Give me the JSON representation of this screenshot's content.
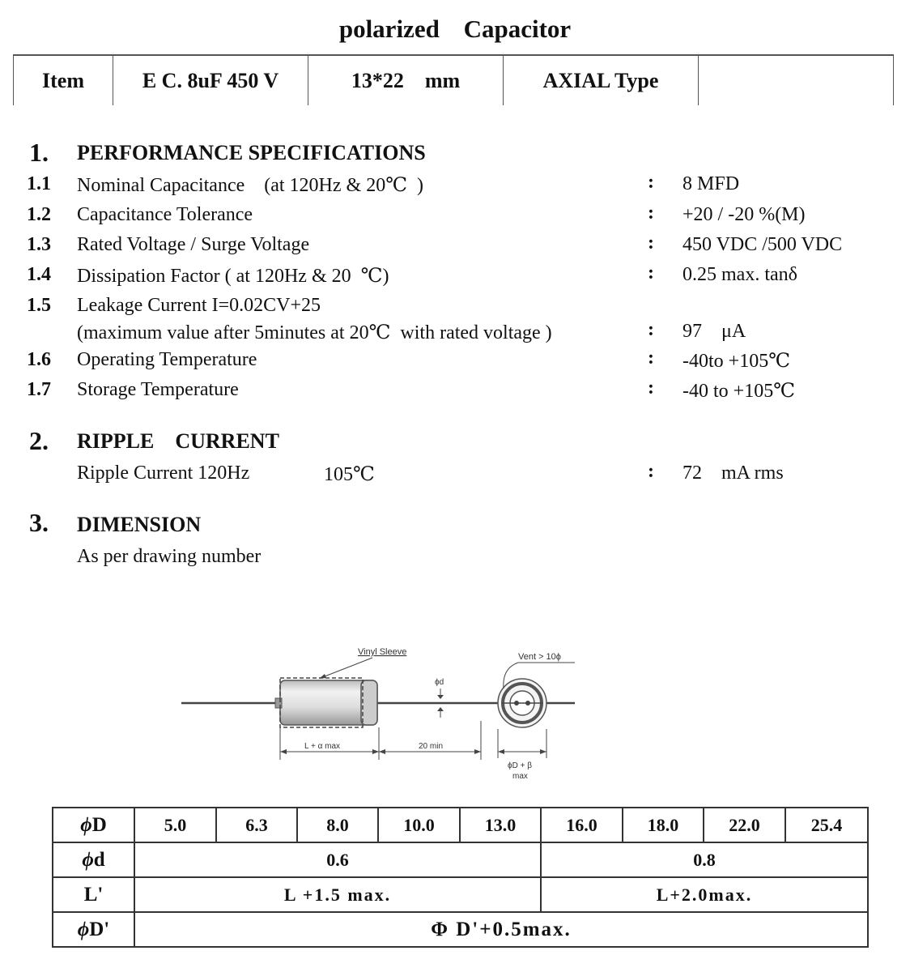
{
  "title": "polarized Capacitor",
  "item_table": [
    "Item",
    "E C. 8uF 450 V",
    "13*22    mm",
    "AXIAL Type",
    ""
  ],
  "sections": {
    "s1": {
      "num": "1.",
      "title": "PERFORMANCE SPECIFICATIONS"
    },
    "s2": {
      "num": "2.",
      "title": "RIPPLE    CURRENT"
    },
    "s3": {
      "num": "3.",
      "title": "DIMENSION"
    }
  },
  "specs": [
    {
      "num": "1.1",
      "label": "Nominal Capacitance    (at 120Hz & 20℃  )",
      "value": "8 MFD"
    },
    {
      "num": "1.2",
      "label": "Capacitance Tolerance",
      "value": "+20 / -20 %(M)"
    },
    {
      "num": "1.3",
      "label": "Rated Voltage / Surge Voltage",
      "value": "450 VDC /500 VDC"
    },
    {
      "num": "1.4",
      "label": "Dissipation Factor ( at 120Hz & 20  ℃)",
      "value": "0.25 max. tanδ"
    },
    {
      "num": "1.5",
      "label": "Leakage Current I=0.02CV+25",
      "label2": "(maximum value after 5minutes at 20℃  with rated voltage )",
      "value": "97    μA"
    },
    {
      "num": "1.6",
      "label": "Operating Temperature",
      "value": "-40to +105℃"
    },
    {
      "num": "1.7",
      "label": "Storage Temperature",
      "value": "-40 to +105℃"
    }
  ],
  "colon": ":",
  "ripple": {
    "label": "Ripple Current 120Hz",
    "temp": "105℃",
    "value": "72    mA rms"
  },
  "dimension_note": "As per drawing number",
  "drawing": {
    "vinyl_sleeve": "Vinyl Sleeve",
    "vent": "Vent > 10ϕ",
    "phi_d": "ϕd",
    "l_alpha": "L + α max",
    "twenty_min": "20 min",
    "phi_d_beta": "ϕD + β",
    "max": "max"
  },
  "dim_table": {
    "r1_head": "D",
    "r1_values": [
      "5.0",
      "6.3",
      "8.0",
      "10.0",
      "13.0",
      "16.0",
      "18.0",
      "22.0",
      "25.4"
    ],
    "r2_head": "d",
    "r2_a": "0.6",
    "r2_b": "0.8",
    "r3_head": "L'",
    "r3_a": "L +1.5 max.",
    "r3_b": "L+2.0max.",
    "r4_head": "D'",
    "r4_value": "Φ D'+0.5max.",
    "phi_symbol": "ϕ"
  }
}
